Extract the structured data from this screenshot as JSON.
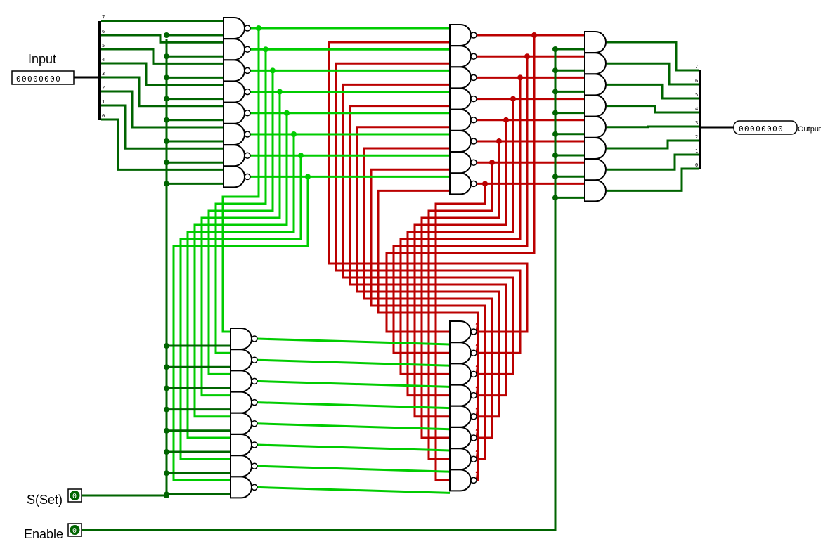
{
  "labels": {
    "input": "Input",
    "output": "Output",
    "set": "S(Set)",
    "enable": "Enable"
  },
  "input_bits": "00000000",
  "output_bits": "00000000",
  "set_value": "0",
  "enable_value": "0",
  "bit_indices": [
    "7",
    "6",
    "5",
    "4",
    "3",
    "2",
    "1",
    "0"
  ],
  "colors": {
    "wire_dark_green": "#006400",
    "wire_bright_green": "#00cc00",
    "wire_red": "#bb0000",
    "gate_stroke": "#000000"
  }
}
